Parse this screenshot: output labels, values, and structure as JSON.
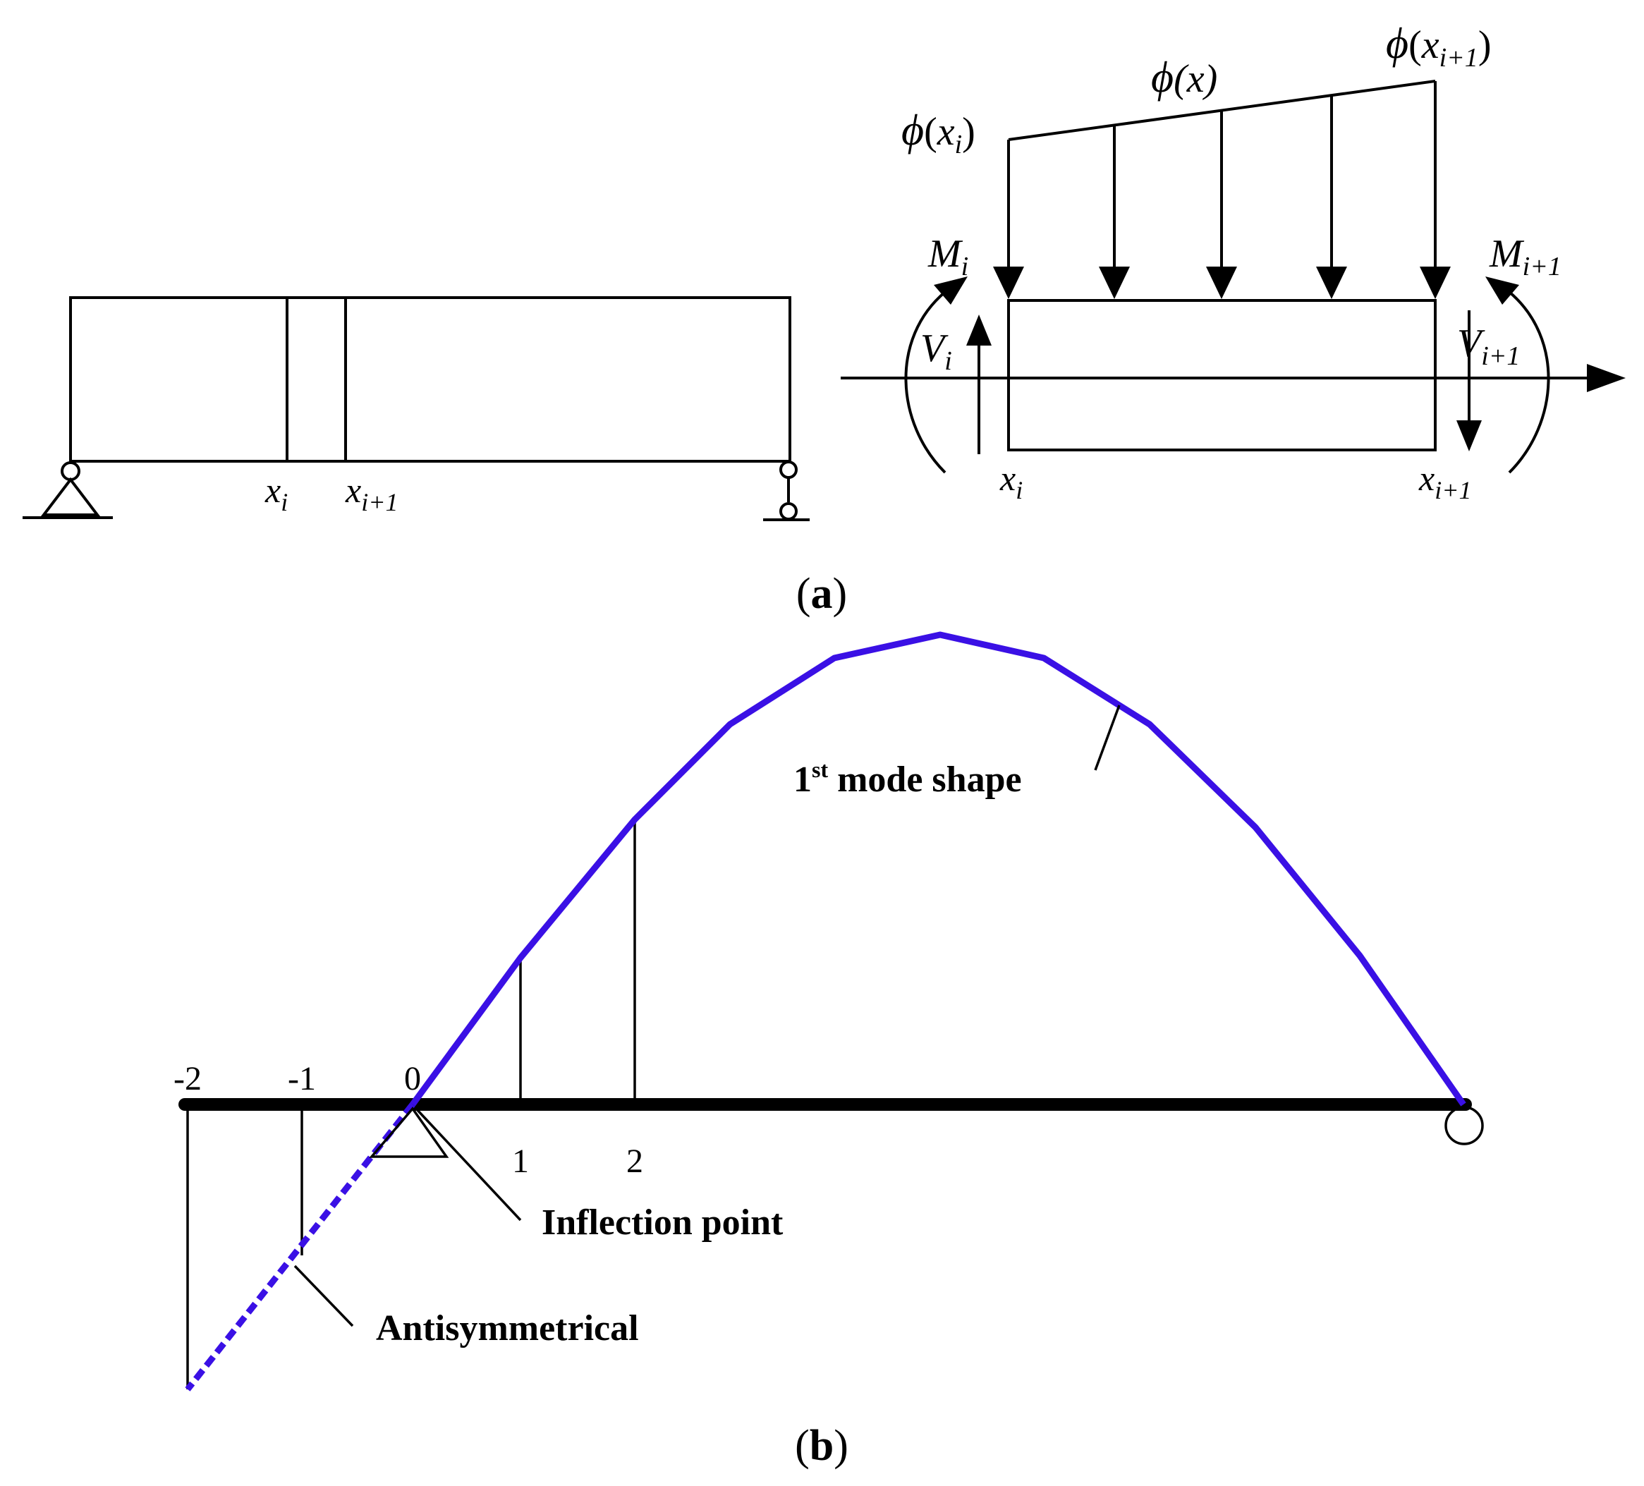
{
  "colors": {
    "line": "#000000",
    "mode_shape": "#3a10e5",
    "background": "#ffffff"
  },
  "panel_a": {
    "caption_open": "(",
    "caption_letter": "a",
    "caption_close": ")",
    "beam_label_xi": {
      "base": "x",
      "sub": "i"
    },
    "beam_label_xi1": {
      "base": "x",
      "sub": "i+1"
    },
    "element": {
      "phi_xi": {
        "phi": "ϕ",
        "open": "(",
        "base": "x",
        "sub": "i",
        "close": ")"
      },
      "phi_x": {
        "phi": "ϕ",
        "text": "(x)"
      },
      "phi_xi1": {
        "phi": "ϕ",
        "open": "(",
        "base": "x",
        "sub": "i+1",
        "close": ")"
      },
      "M_i": {
        "base": "M",
        "sub": "i"
      },
      "M_i1": {
        "base": "M",
        "sub": "i+1"
      },
      "V_i": {
        "base": "V",
        "sub": "i"
      },
      "V_i1": {
        "base": "V",
        "sub": "i+1"
      },
      "x_i": {
        "base": "x",
        "sub": "i"
      },
      "x_i1": {
        "base": "x",
        "sub": "i+1"
      }
    }
  },
  "panel_b": {
    "caption_open": "(",
    "caption_letter": "b",
    "caption_close": ")",
    "tick_labels_top": [
      "-2",
      "-1",
      "0"
    ],
    "tick_labels_bottom": [
      "1",
      "2"
    ],
    "mode_shape_label": {
      "prefix": "1",
      "sup": "st",
      "suffix": " mode shape"
    },
    "inflection_label": "Inflection point",
    "antisym_label": "Antisymmetrical"
  }
}
